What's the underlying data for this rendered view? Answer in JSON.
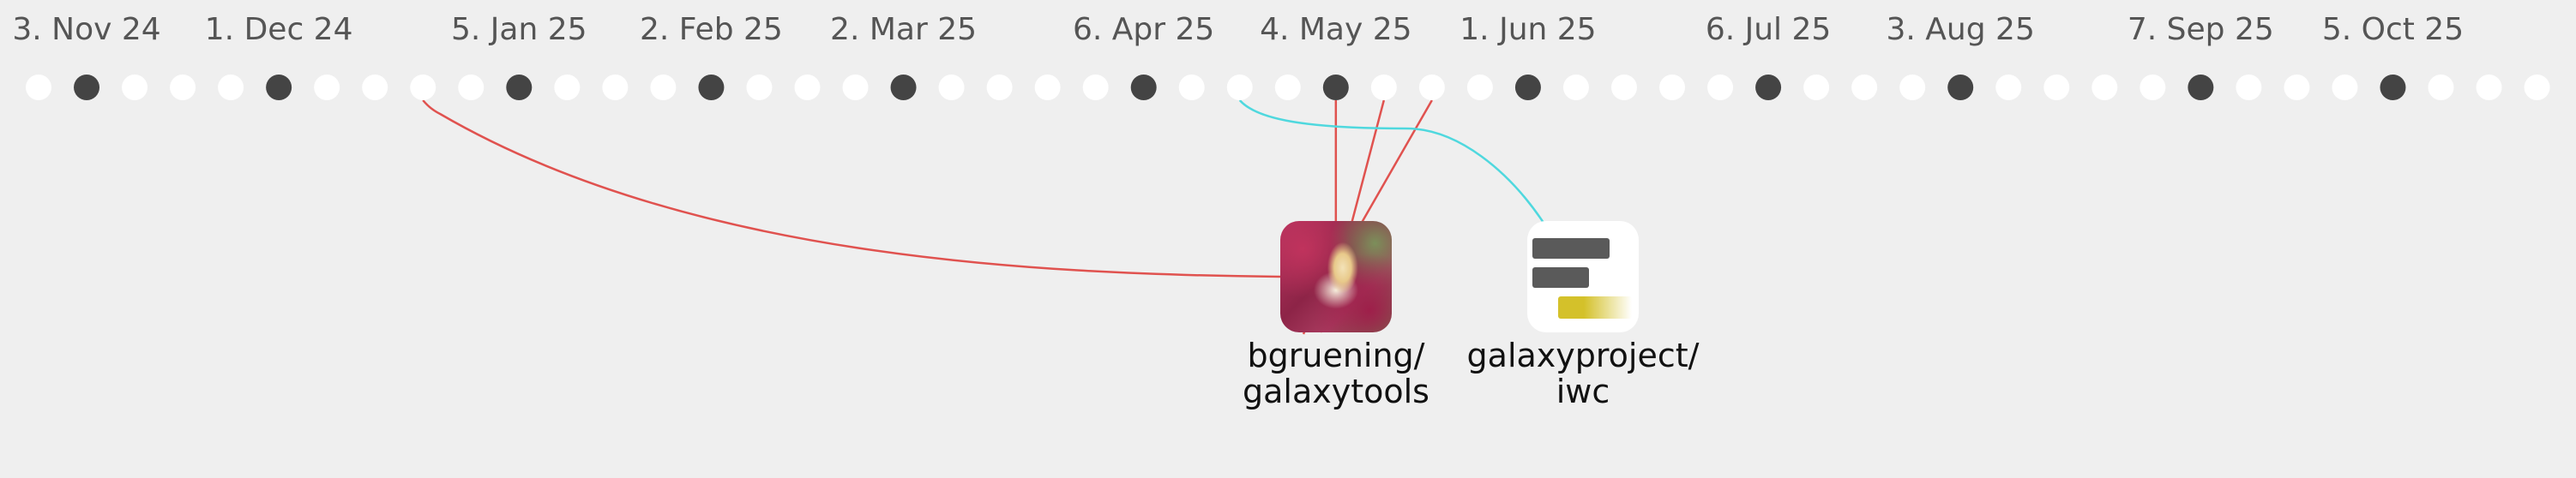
{
  "timeline": {
    "dot_count": 53,
    "month_markers": [
      1,
      5,
      10,
      14,
      18,
      23,
      27,
      31,
      36,
      40,
      45,
      49
    ],
    "date_labels": [
      {
        "text": "3. Nov 24",
        "marker": 1
      },
      {
        "text": "1. Dec 24",
        "marker": 5
      },
      {
        "text": "5. Jan 25",
        "marker": 10
      },
      {
        "text": "2. Feb 25",
        "marker": 14
      },
      {
        "text": "2. Mar 25",
        "marker": 18
      },
      {
        "text": "6. Apr 25",
        "marker": 23
      },
      {
        "text": "4. May 25",
        "marker": 27
      },
      {
        "text": "1. Jun 25",
        "marker": 31
      },
      {
        "text": "6. Jul 25",
        "marker": 36
      },
      {
        "text": "3. Aug 25",
        "marker": 40
      },
      {
        "text": "7. Sep 25",
        "marker": 45
      },
      {
        "text": "5. Oct 25",
        "marker": 49
      }
    ]
  },
  "repos": [
    {
      "id": "bgruening",
      "line1": "bgruening/",
      "line2": "galaxytools",
      "icon": "orchid-flower-avatar-icon",
      "link_color": "#e0524f",
      "linked_dots": [
        8,
        27,
        28,
        29
      ]
    },
    {
      "id": "galaxyproject",
      "line1": "galaxyproject/",
      "line2": "iwc",
      "icon": "iwc-logo-icon",
      "link_color": "#4fd8de",
      "linked_dots": [
        25
      ],
      "logo_colors": {
        "bars": "#5a5a5a",
        "accent_start": "#d4c12a",
        "accent_end": "#ffffff"
      }
    }
  ]
}
